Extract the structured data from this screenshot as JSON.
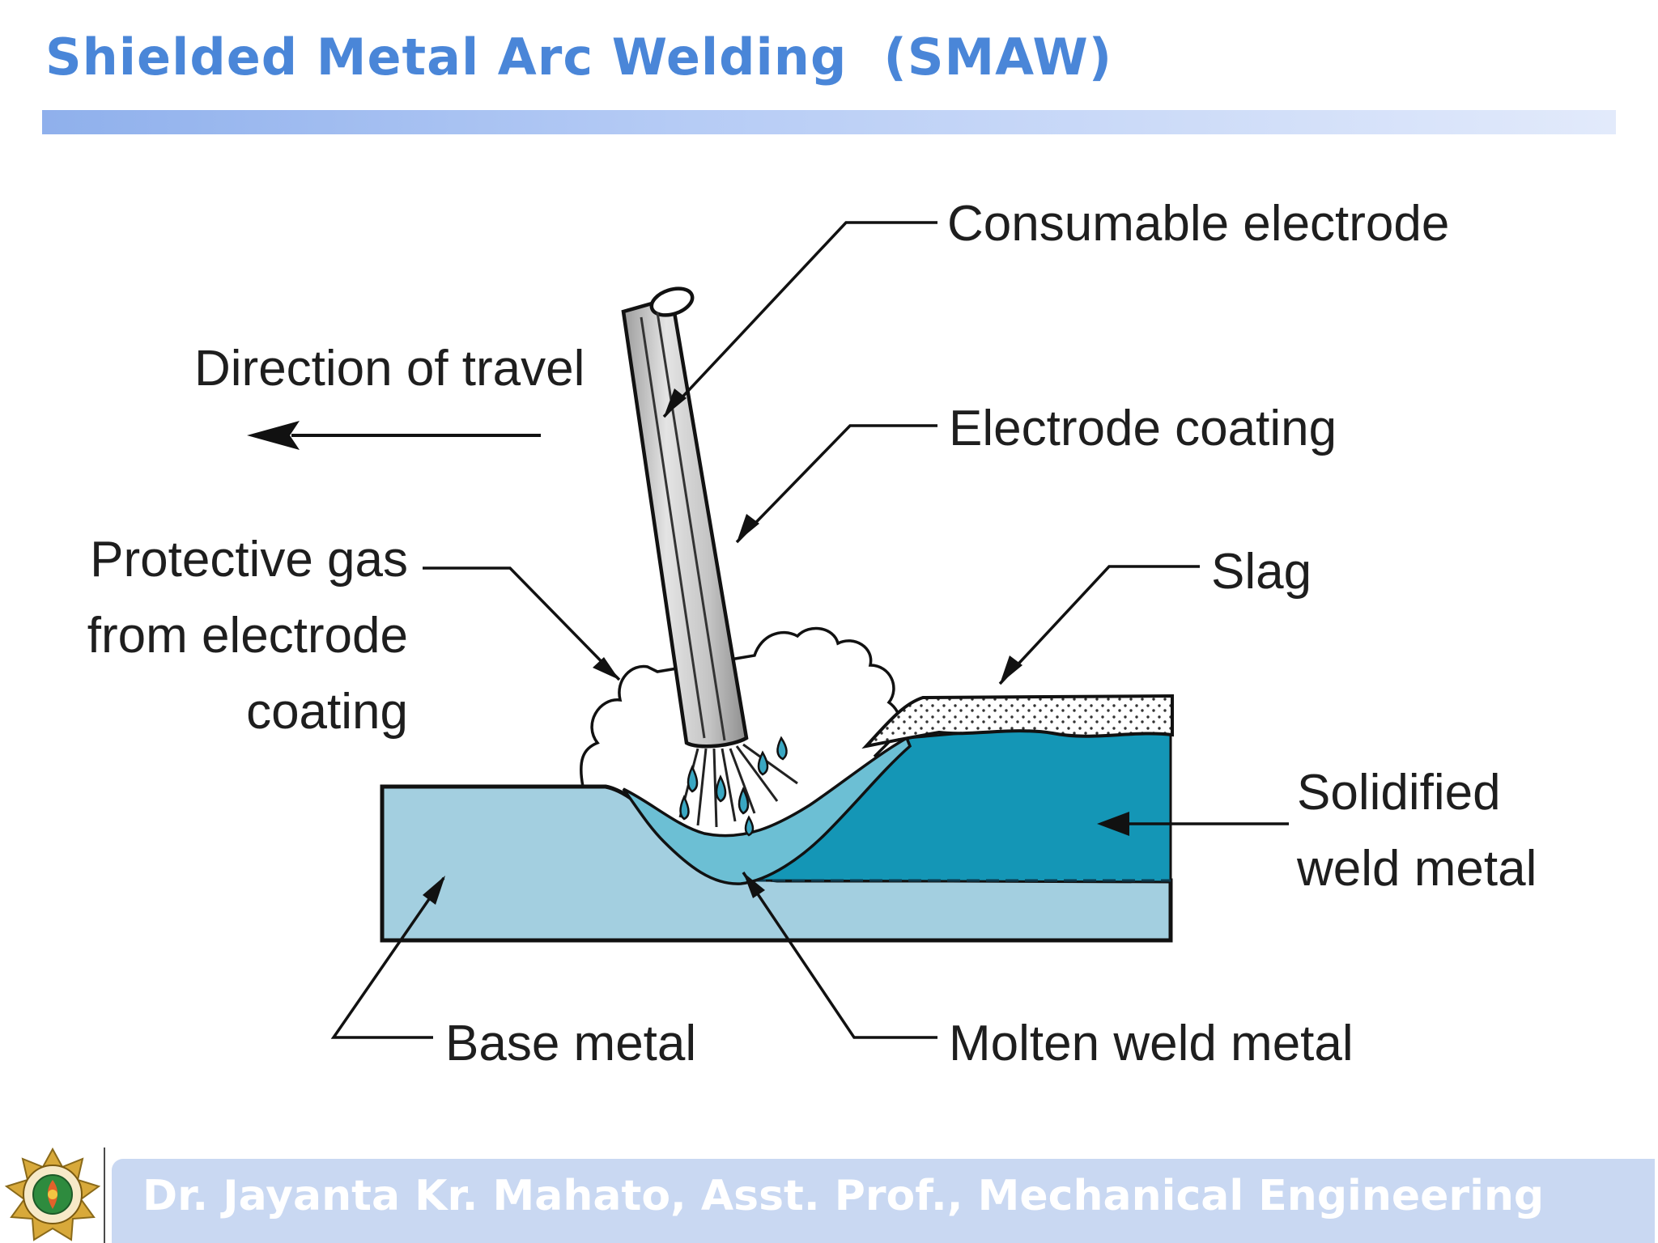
{
  "title": "Shielded Metal Arc Welding  (SMAW)",
  "labels": {
    "consumable_electrode": "Consumable electrode",
    "direction_of_travel": "Direction of travel",
    "electrode_coating": "Electrode coating",
    "protective_gas_line1": "Protective gas",
    "protective_gas_line2": "from electrode",
    "protective_gas_line3": "coating",
    "slag": "Slag",
    "solidified_line1": "Solidified",
    "solidified_line2": "weld metal",
    "base_metal": "Base metal",
    "molten_weld_metal": "Molten weld metal"
  },
  "footer": "Dr. Jayanta Kr. Mahato, Asst. Prof., Mechanical Engineering",
  "colors": {
    "title": "#4a86d8",
    "base_metal": "#a3cfe0",
    "solid_weld": "#1496b6",
    "molten": "#6cbfd4",
    "electrode": "#c8c8c8",
    "footer_bg": "#c9d8f2"
  },
  "logo": {
    "icon": "university-seal-icon"
  }
}
